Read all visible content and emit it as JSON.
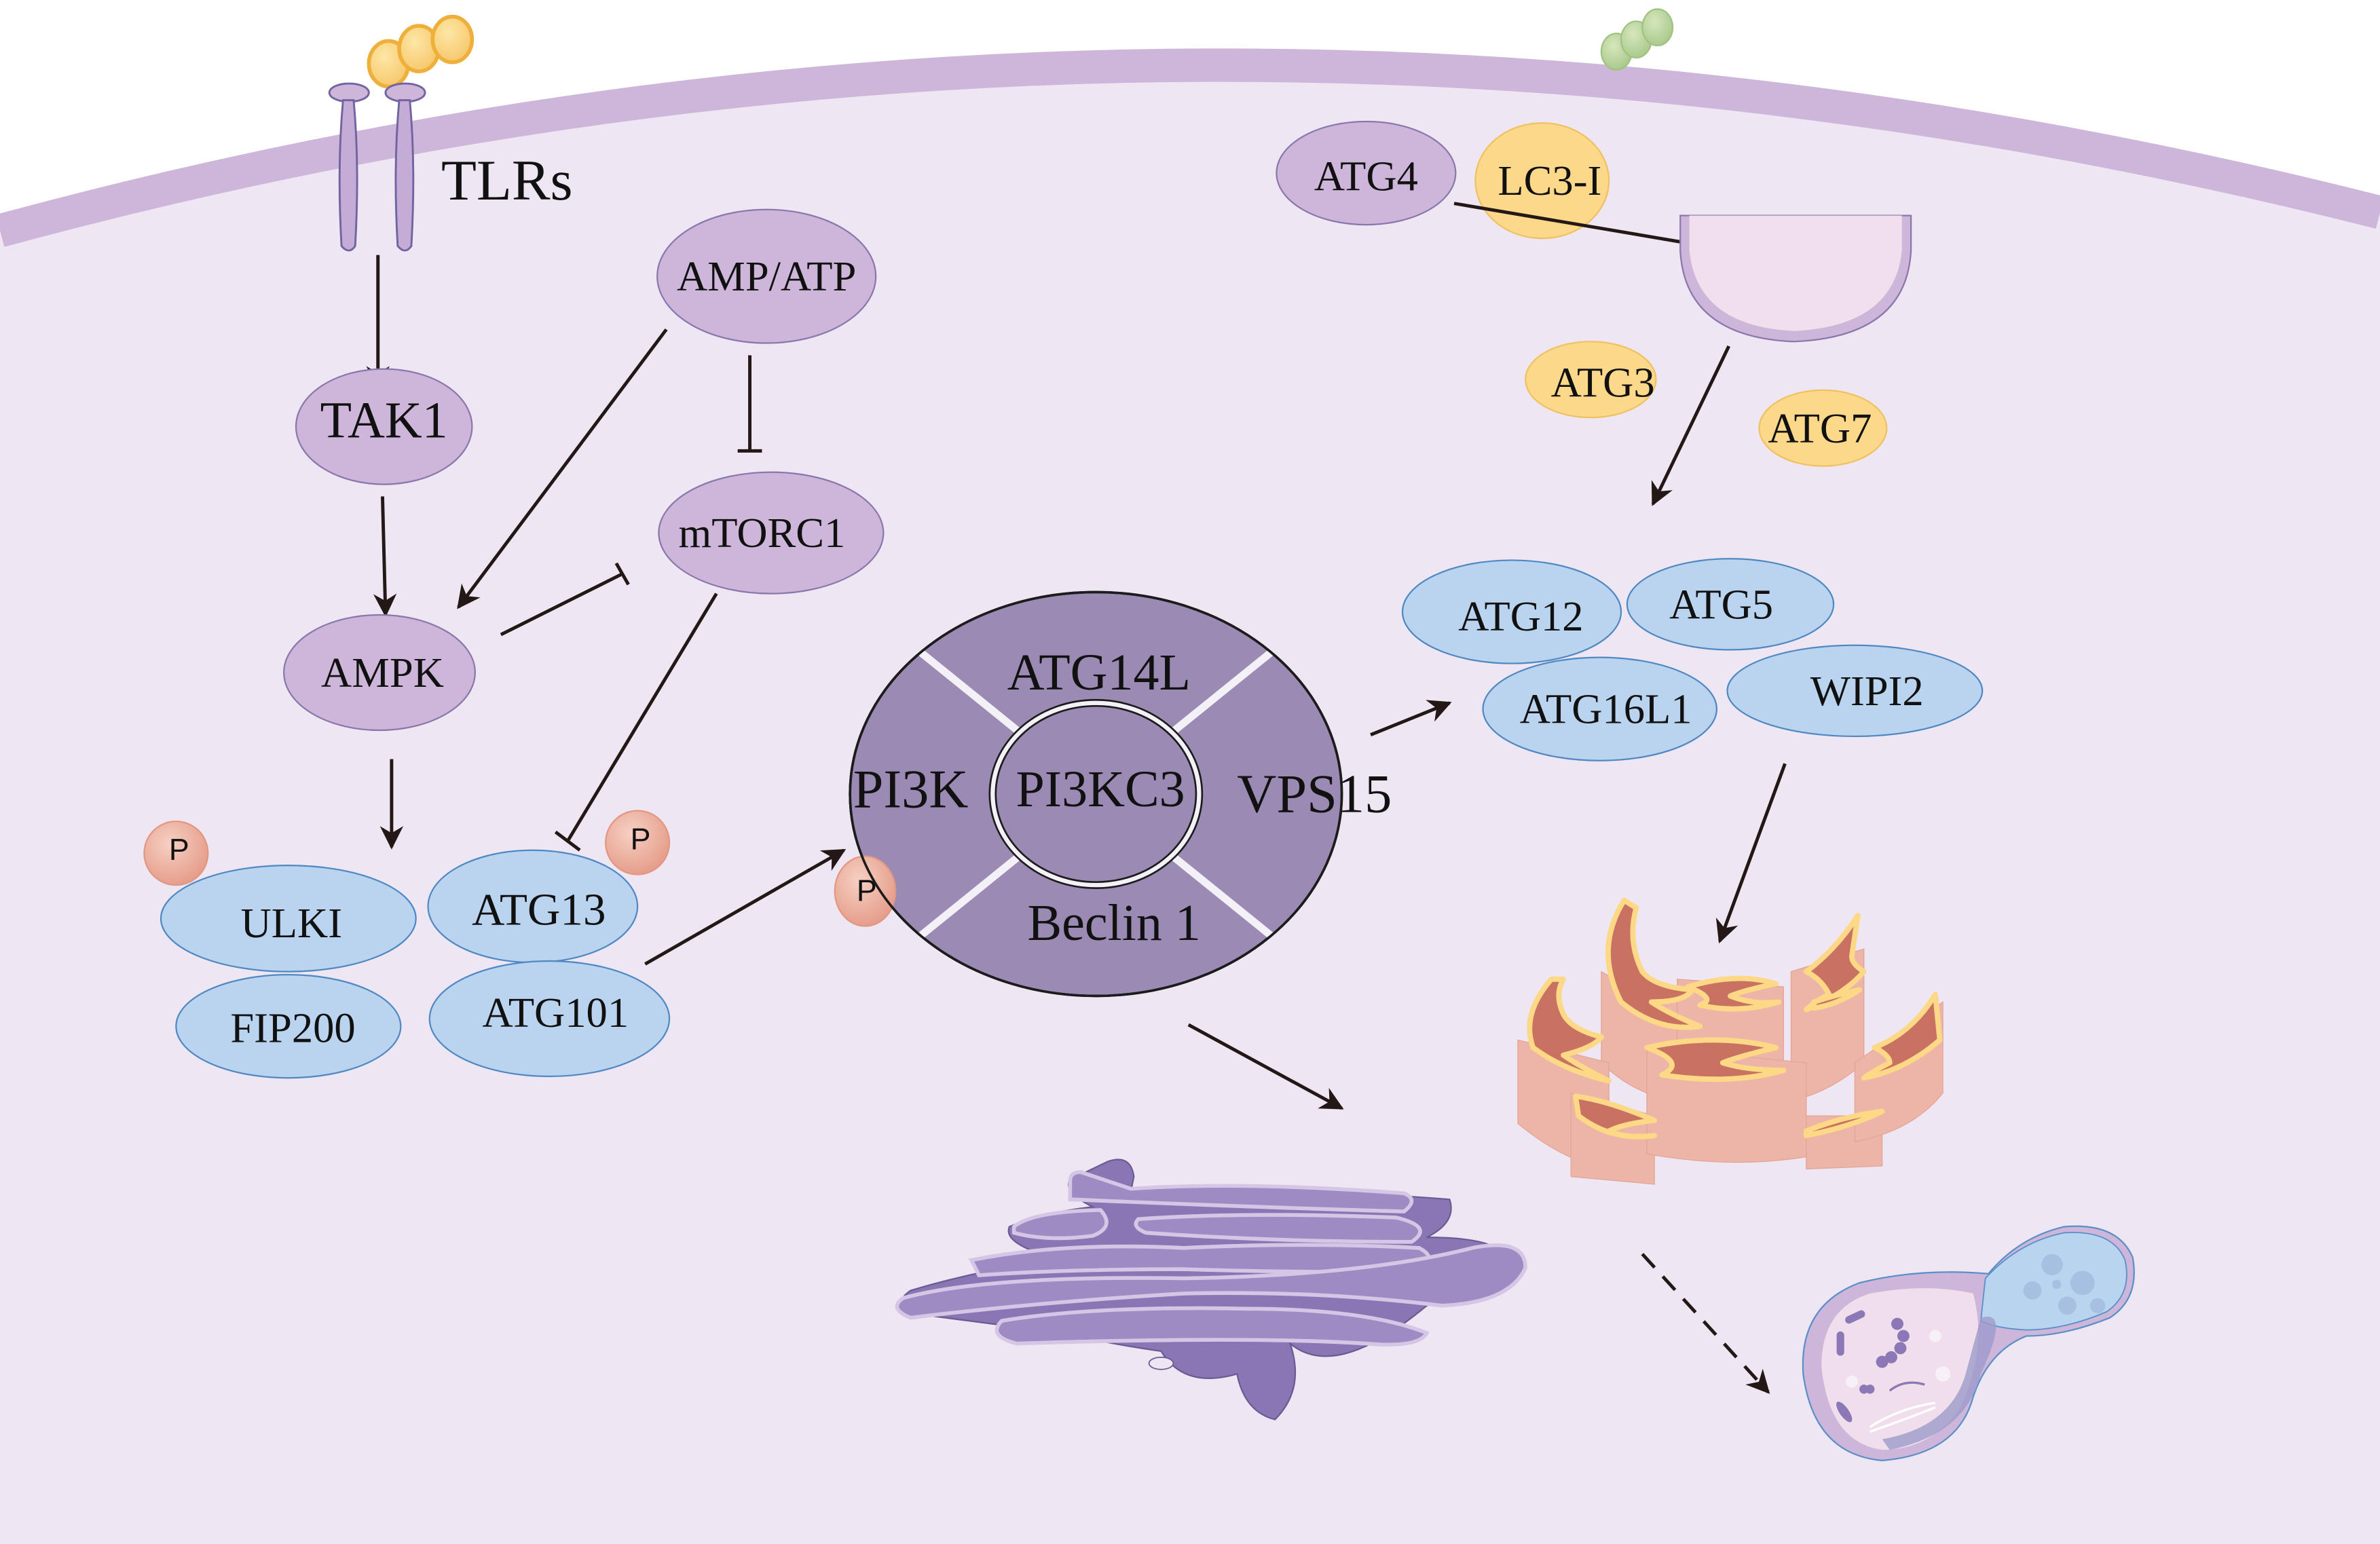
{
  "colors": {
    "cytoplasm": "#eee7f3",
    "membrane": "#cdb6d9",
    "pathway_node": "#cdb6d9",
    "ulk_complex_node": "#bad4ef",
    "conjugation_node": "#fcd98a",
    "pi3k_complex": "#9b8bb4",
    "phosphate": "#eeb4a4",
    "arrow": "#231815"
  },
  "receptor": {
    "label": "TLRs"
  },
  "ligand_icons": [
    "yellow-ligand-cluster",
    "green-ligand-cluster"
  ],
  "pathway_nodes": {
    "tak1": "TAK1",
    "amp_atp": "AMP/ATP",
    "mtorc1": "mTORC1",
    "ampk": "AMPK"
  },
  "ulk_complex": {
    "ulk1": "ULKI",
    "atg13": "ATG13",
    "fip200": "FIP200",
    "atg101": "ATG101",
    "phosphate_label": "P"
  },
  "pi3k_complex": {
    "top": "ATG14L",
    "left": "PI3K",
    "center": "PI3KC3",
    "right": "VPS15",
    "bottom": "Beclin 1",
    "phosphate_label": "P"
  },
  "lc3_pathway": {
    "atg4": "ATG4",
    "lc3": "LC3-I",
    "atg3": "ATG3",
    "atg7": "ATG7"
  },
  "elongation_complex": {
    "atg12": "ATG12",
    "atg5": "ATG5",
    "atg16l1": "ATG16L1",
    "wipi2": "WIPI2"
  },
  "organelles": [
    "phagophore",
    "endoplasmic-reticulum",
    "golgi-apparatus",
    "autolysosome"
  ]
}
